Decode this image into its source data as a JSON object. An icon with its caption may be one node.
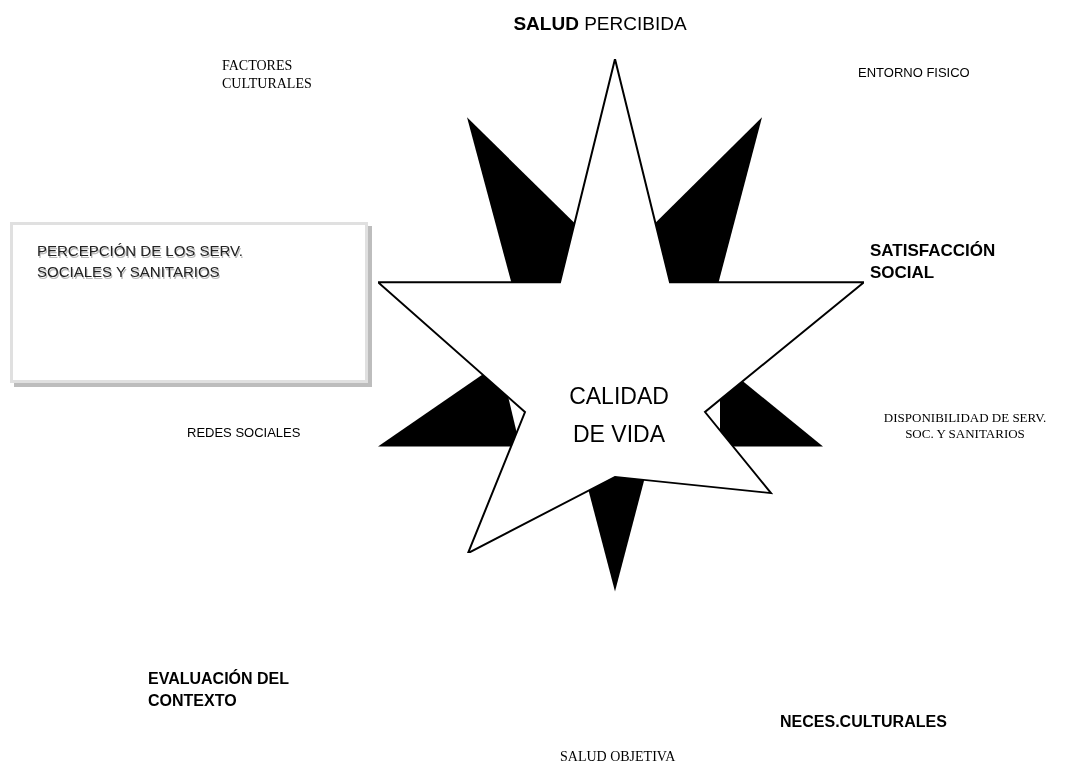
{
  "diagram": {
    "nodes": [
      {
        "text": [
          "CALIDAD DE VIDA"
        ]
      },
      {
        "text": [
          "PERCEPCIÓN DE LOS SERV. SOCIALES Y SANITARIOS"
        ]
      }
    ],
    "labels": [
      "**SALUD** PERCIBIDA",
      "FACTORES CULTURALES",
      "ENTORNO FISICO",
      "SATISFACCIÓN SOCIAL",
      "REDES SOCIALES",
      "DISPONIBILIDAD DE SERV. SOC. Y SANITARIOS",
      "EVALUACIÓN DEL CONTEXTO",
      "NECES.CULTURALES",
      "SALUD OBJETIVA"
    ]
  }
}
